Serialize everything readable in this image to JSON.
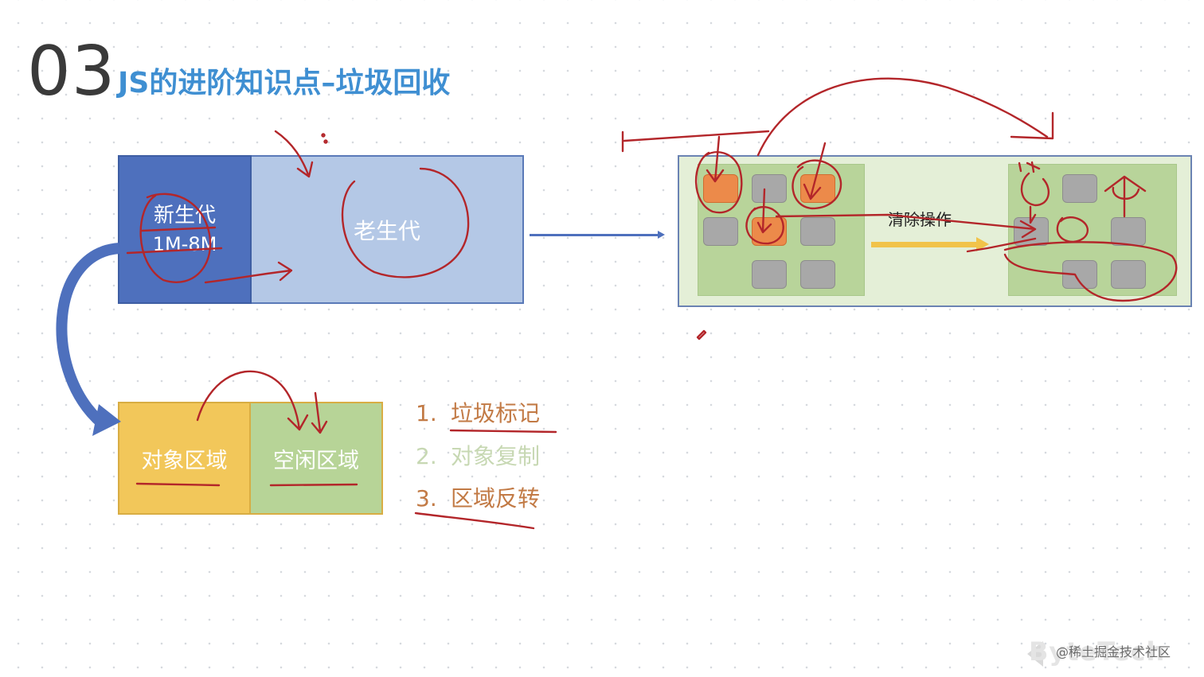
{
  "header": {
    "section_number": "03",
    "title": "JS的进阶知识点–垃圾回收"
  },
  "heap": {
    "young_generation": {
      "label": "新生代",
      "size": "1M-8M"
    },
    "old_generation": {
      "label": "老生代"
    }
  },
  "scavenge": {
    "object_area": "对象区域",
    "free_area": "空闲区域"
  },
  "steps": [
    {
      "num": "1.",
      "text": "垃圾标记"
    },
    {
      "num": "2.",
      "text": "对象复制"
    },
    {
      "num": "3.",
      "text": "区域反转"
    }
  ],
  "compaction": {
    "action_label": "清除操作",
    "left_cells": [
      "orange",
      "gray",
      "orange",
      "gray",
      "orange",
      "gray",
      "empty",
      "gray",
      "gray"
    ],
    "right_cells": [
      "empty",
      "gray",
      "empty",
      "gray",
      "empty",
      "gray",
      "empty",
      "gray",
      "gray"
    ]
  },
  "watermark": {
    "brand": "ByteTech",
    "credit": "@稀土掘金技术社区"
  },
  "colors": {
    "title_blue": "#3f8fd2",
    "young_gen": "#4e70bd",
    "old_gen": "#b4c8e6",
    "object_area": "#f2c75a",
    "free_area": "#b7d497",
    "annotation_red": "#b3262a",
    "step_brown": "#c27a45"
  }
}
